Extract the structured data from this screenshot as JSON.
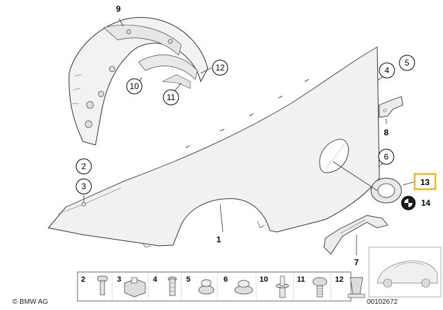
{
  "diagram": {
    "callouts": {
      "c1": "1",
      "c2": "2",
      "c3": "3",
      "c4": "4",
      "c5": "5",
      "c6": "6",
      "c7": "7",
      "c8": "8",
      "c9": "9",
      "c10": "10",
      "c11": "11",
      "c12": "12",
      "c13": "13",
      "c14": "14"
    },
    "highlight_color": "#f2b51c",
    "part_fill": "#f1f1f1",
    "line_color": "#333333"
  },
  "legend": {
    "items": [
      {
        "number": "2"
      },
      {
        "number": "3"
      },
      {
        "number": "4"
      },
      {
        "number": "5"
      },
      {
        "number": "6"
      },
      {
        "number": "10"
      },
      {
        "number": "11"
      },
      {
        "number": "12"
      }
    ]
  },
  "footer": {
    "copyright": "© BMW AG",
    "document_number": "00102672"
  }
}
